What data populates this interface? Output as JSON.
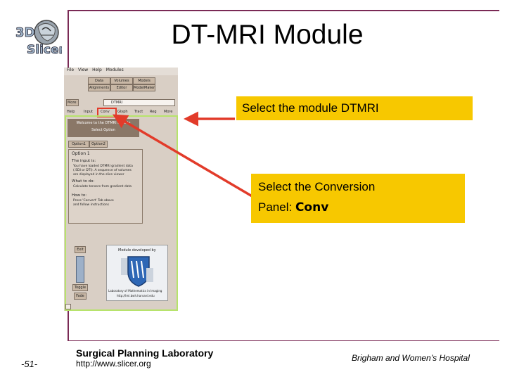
{
  "slide": {
    "title": "DT-MRI Module",
    "logo_text": "3D Slicer",
    "footer_lab": "Surgical Planning Laboratory",
    "footer_url": "http://www.slicer.org",
    "footer_page": "-51-",
    "footer_hospital": "Brigham and Women’s Hospital"
  },
  "callouts": {
    "module": "Select the module DTMRI",
    "conv_line1": "Select the Conversion",
    "conv_line2_prefix": "Panel: ",
    "conv_line2_bold": "Conv"
  },
  "app": {
    "menu": [
      "File",
      "View",
      "Help",
      "Modules"
    ],
    "toolbar_row1": [
      "Data",
      "Volumes",
      "Models"
    ],
    "toolbar_row2": [
      "Alignments",
      "Editor",
      "ModelMaker"
    ],
    "more_label": "More:",
    "module_value": "DTMRI",
    "tabs": [
      "Help",
      "Input",
      "Conv",
      "Glyph",
      "Tract",
      "Reg",
      "More"
    ],
    "welcome_title": "Welcome to the DTMRI Module",
    "select_option": "Select Option",
    "option_tabs": [
      "Option1",
      "Option2"
    ],
    "option_heading": "Option 1",
    "input_is": "The input is:",
    "input_desc": "You have loaded DTMRI gradient data\n(.SDI or DTI). A sequence of volumes\nare displayed in the slice viewer",
    "what_to_do": "What to do:",
    "what_desc": "Calculate tensors from gradient data",
    "how_to": "How to:",
    "how_desc": "Press 'Convert' Tab above\nand follow instructions",
    "exit_label": "Exit",
    "toggle_label": "Toggle",
    "fade_label": "Fade",
    "developed_by": "Module developed by",
    "lab_name": "Laboratory of Mathematics in Imaging",
    "lab_url": "http://lmi.bwh.harvard.edu"
  },
  "colors": {
    "callout": "#f7c800",
    "arrow": "#e23b2a",
    "highlight": "#b7e36c",
    "rule": "#7a2a55"
  }
}
